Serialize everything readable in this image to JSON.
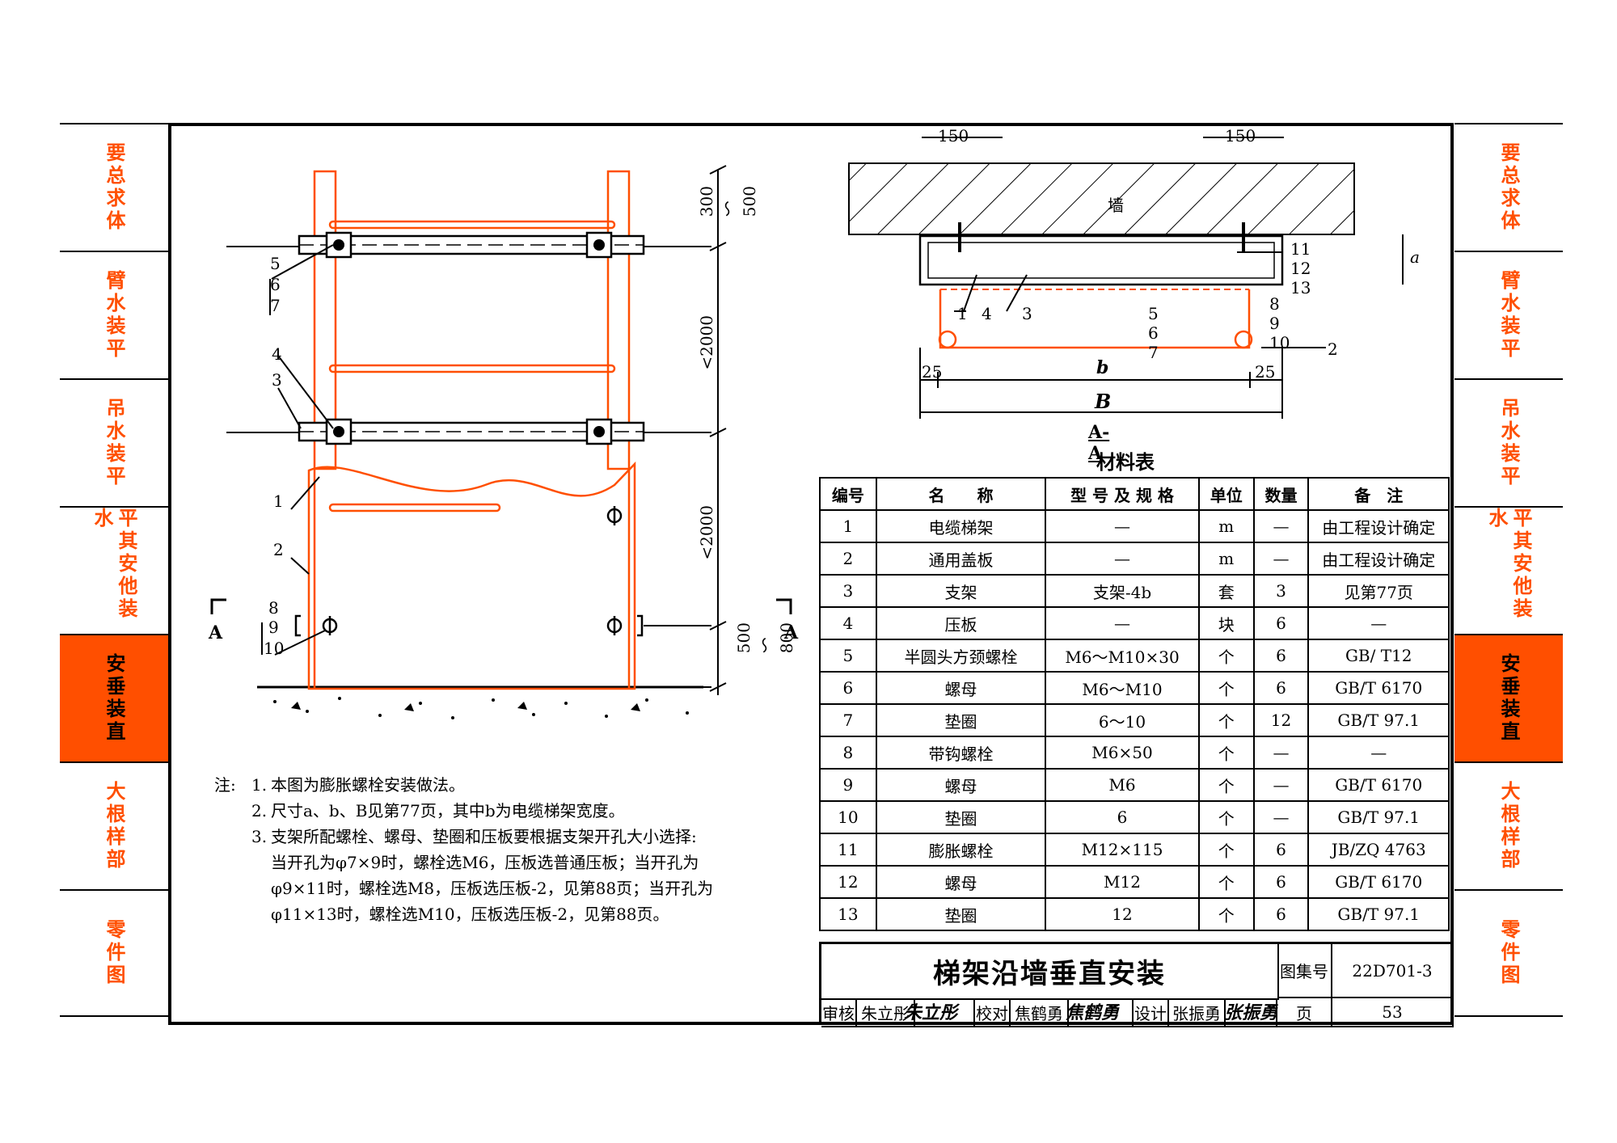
{
  "side_tabs": [
    "要总求体",
    "臂水装平",
    "吊水装平",
    "平其安他装水",
    "安垂装直",
    "大根样部",
    "零件图"
  ],
  "active_tab_index": 4,
  "colors": {
    "accent": "#ff4f00",
    "line": "#000000"
  },
  "elevation": {
    "item_labels": [
      "5",
      "6",
      "7",
      "4",
      "3",
      "1",
      "2",
      "8",
      "9",
      "10"
    ],
    "dims": [
      "300～500",
      "<2000",
      "<2000",
      "500～800"
    ],
    "section_marks": [
      "A",
      "A"
    ]
  },
  "section": {
    "dims": [
      "150",
      "150",
      "25",
      "25",
      "b",
      "B",
      "a"
    ],
    "wall_label": "墙",
    "item_labels": [
      "1",
      "4",
      "3",
      "5 6 7",
      "8 9 10",
      "2",
      "11 12 13"
    ],
    "title": "A-A"
  },
  "materials": {
    "title": "材料表",
    "headers": [
      "编号",
      "名　　称",
      "型 号 及 规 格",
      "单位",
      "数量",
      "备　注"
    ],
    "rows": [
      [
        "1",
        "电缆梯架",
        "—",
        "m",
        "—",
        "由工程设计确定"
      ],
      [
        "2",
        "通用盖板",
        "—",
        "m",
        "—",
        "由工程设计确定"
      ],
      [
        "3",
        "支架",
        "支架-4b",
        "套",
        "3",
        "见第77页"
      ],
      [
        "4",
        "压板",
        "—",
        "块",
        "6",
        "—"
      ],
      [
        "5",
        "半圆头方颈螺栓",
        "M6～M10×30",
        "个",
        "6",
        "GB/ T12"
      ],
      [
        "6",
        "螺母",
        "M6～M10",
        "个",
        "6",
        "GB/T 6170"
      ],
      [
        "7",
        "垫圈",
        "6～10",
        "个",
        "12",
        "GB/T 97.1"
      ],
      [
        "8",
        "带钩螺栓",
        "M6×50",
        "个",
        "—",
        "—"
      ],
      [
        "9",
        "螺母",
        "M6",
        "个",
        "—",
        "GB/T 6170"
      ],
      [
        "10",
        "垫圈",
        "6",
        "个",
        "—",
        "GB/T 97.1"
      ],
      [
        "11",
        "膨胀螺栓",
        "M12×115",
        "个",
        "6",
        "JB/ZQ 4763"
      ],
      [
        "12",
        "螺母",
        "M12",
        "个",
        "6",
        "GB/T 6170"
      ],
      [
        "13",
        "垫圈",
        "12",
        "个",
        "6",
        "GB/T 97.1"
      ]
    ]
  },
  "notes": {
    "label": "注:",
    "items": [
      {
        "n": "1.",
        "lines": [
          "本图为膨胀螺栓安装做法。"
        ]
      },
      {
        "n": "2.",
        "lines": [
          "尺寸a、b、B见第77页，其中b为电缆梯架宽度。"
        ]
      },
      {
        "n": "3.",
        "lines": [
          "支架所配螺栓、螺母、垫圈和压板要根据支架开孔大小选择:",
          "当开孔为φ7×9时，螺栓选M6，压板选普通压板；当开孔为",
          "φ9×11时，螺栓选M8，压板选压板-2，见第88页；当开孔为",
          "φ11×13时，螺栓选M10，压板选压板-2，见第88页。"
        ]
      }
    ]
  },
  "title_block": {
    "title": "梯架沿墙垂直安装",
    "atlas_label": "图集号",
    "atlas_no": "22D701-3",
    "review_label": "审核",
    "reviewer": "朱立彤",
    "check_label": "校对",
    "checker": "焦鹤勇",
    "design_label": "设计",
    "designer": "张振勇",
    "page_label": "页",
    "page_no": "53"
  }
}
